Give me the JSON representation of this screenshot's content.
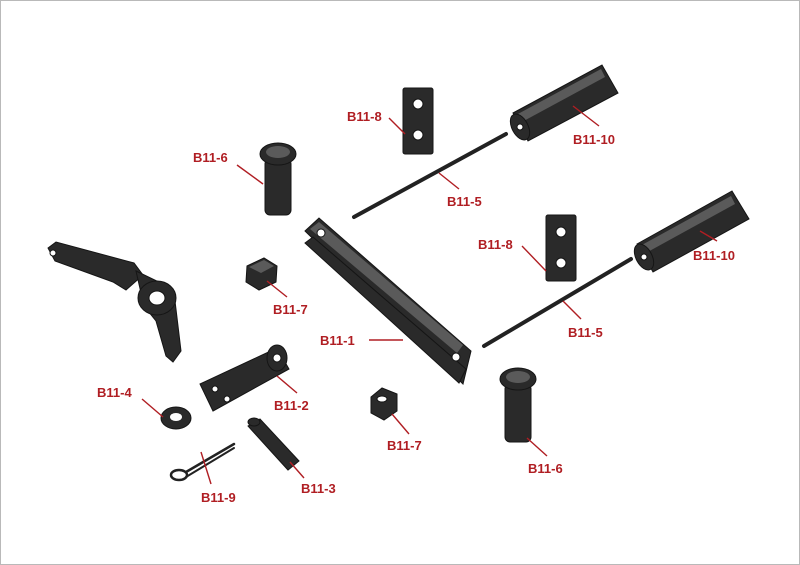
{
  "colors": {
    "label": "#b01e23",
    "part": "#2a2a2a",
    "background": "#ffffff"
  },
  "labels": {
    "b11_8_top": "B11-8",
    "b11_10_top": "B11-10",
    "b11_6_top": "B11-6",
    "b11_5_top": "B11-5",
    "b11_8_mid": "B11-8",
    "b11_10_mid": "B11-10",
    "b11_7_left": "B11-7",
    "b11_5_mid": "B11-5",
    "b11_1": "B11-1",
    "b11_4": "B11-4",
    "b11_2": "B11-2",
    "b11_7_mid": "B11-7",
    "b11_6_bottom": "B11-6",
    "b11_9": "B11-9",
    "b11_3": "B11-3"
  }
}
